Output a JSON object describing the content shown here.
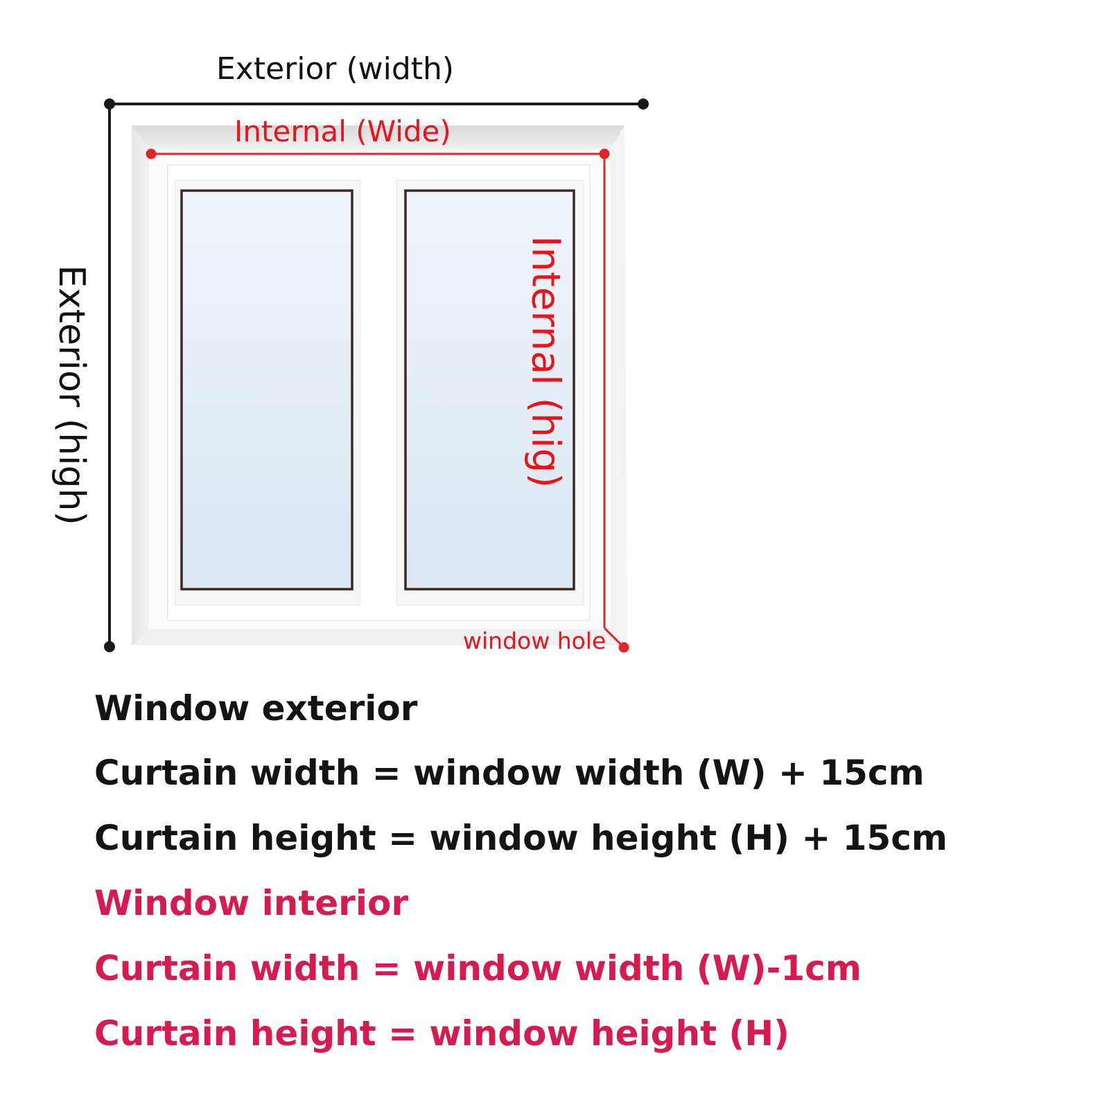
{
  "diagram": {
    "exterior_width_label": "Exterior (width)",
    "internal_wide_label": "Internal (Wide)",
    "exterior_high_label": "Exterior (high)",
    "internal_hig_label": "Internal (hig)",
    "window_hole_label": "window hole"
  },
  "exterior": {
    "heading": "Window exterior",
    "width_formula": "Curtain width = window width (W) + 15cm",
    "height_formula": "Curtain height = window height (H) + 15cm"
  },
  "interior": {
    "heading": "Window interior",
    "width_formula": "Curtain width = window width (W)-1cm",
    "height_formula": "Curtain height = window height (H)"
  },
  "colors": {
    "exterior_text": "#141414",
    "interior_text": "#d51b4f",
    "measure_red": "#e8141c"
  }
}
